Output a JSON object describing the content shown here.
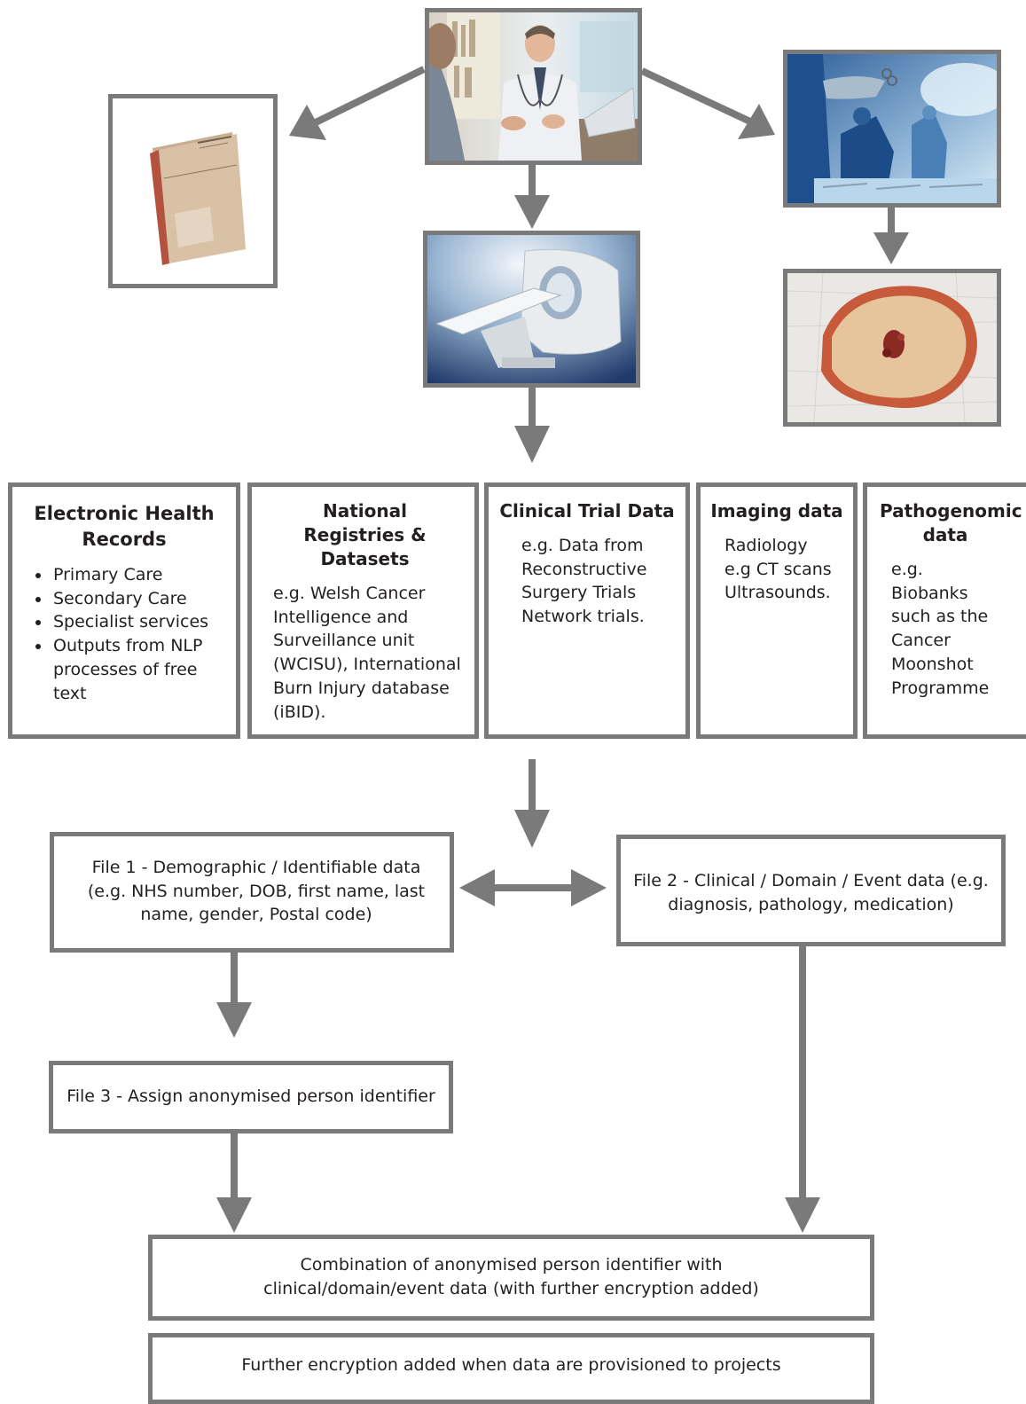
{
  "images": {
    "consultation": "photo-doctor-consultation",
    "health_record": "photo-confidential-health-record-folder",
    "surgery": "photo-operating-theatre",
    "ct_scanner": "photo-ct-scanner",
    "specimen": "photo-tissue-specimen"
  },
  "sources": [
    {
      "title": "Electronic Health Records",
      "bullets": [
        "Primary Care",
        "Secondary Care",
        "Specialist services",
        "Outputs from NLP processes of free text"
      ]
    },
    {
      "title": "National Registries & Datasets",
      "body": "e.g. Welsh Cancer Intelligence and Surveillance unit (WCISU), International Burn Injury database (iBID)."
    },
    {
      "title": "Clinical Trial Data",
      "body": "e.g.  Data from Reconstructive Surgery Trials Network trials."
    },
    {
      "title": "Imaging data",
      "body": "Radiology e.g CT scans Ultrasounds."
    },
    {
      "title": "Pathogenomic data",
      "body": "e.g. Biobanks such as the Cancer Moonshot Programme"
    }
  ],
  "files": {
    "file1": "File 1 -  Demographic / Identifiable data (e.g. NHS number, DOB, first name, last name, gender, Postal code)",
    "file2": "File 2 -  Clinical / Domain / Event data (e.g. diagnosis, pathology, medication)",
    "file3": "File 3 - Assign anonymised person identifier",
    "combination": "Combination of anonymised person identifier with clinical/domain/event data (with further encryption added)",
    "provisioning": "Further encryption added when data are provisioned to projects"
  },
  "colors": {
    "border": "#7a7a7b",
    "arrow": "#7a7a7b",
    "text": "#231f20"
  }
}
